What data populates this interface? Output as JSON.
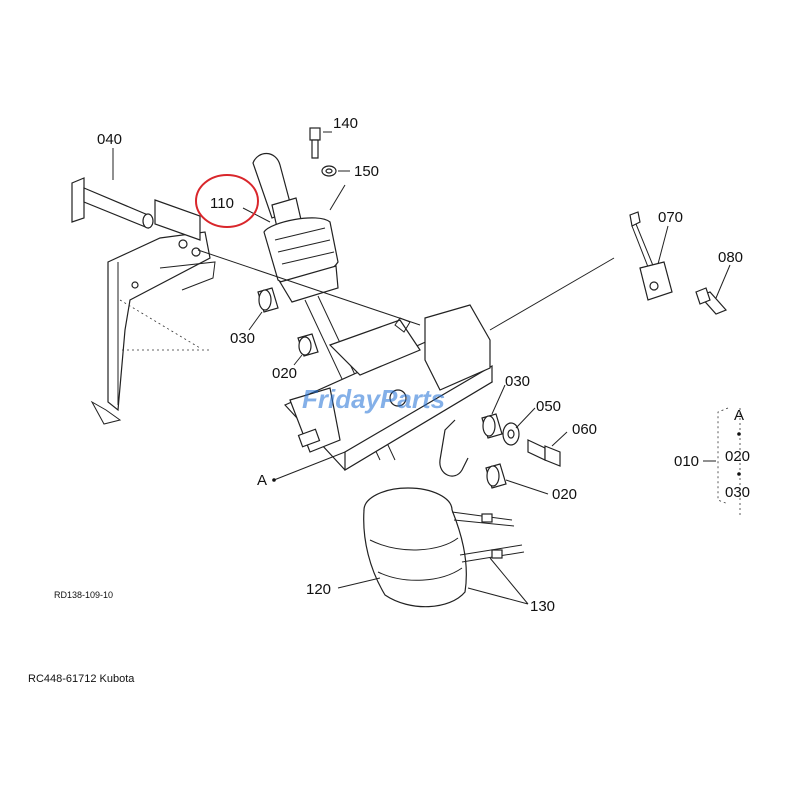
{
  "callouts": {
    "p040": "040",
    "p110": "110",
    "p140": "140",
    "p150": "150",
    "p070": "070",
    "p080": "080",
    "p030a": "030",
    "p020a": "020",
    "p030b": "030",
    "p050": "050",
    "p060": "060",
    "p020b": "020",
    "p120": "120",
    "p130": "130",
    "pA": "A"
  },
  "legend": {
    "assembly": "010",
    "ref": "A",
    "item1": "020",
    "item2": "030"
  },
  "drawing_code": "RD138-109-10",
  "caption": "RC448-61712 Kubota",
  "watermark": "FridayParts",
  "highlight_color": "#d9262b",
  "watermark_color": "#1f6fd6"
}
